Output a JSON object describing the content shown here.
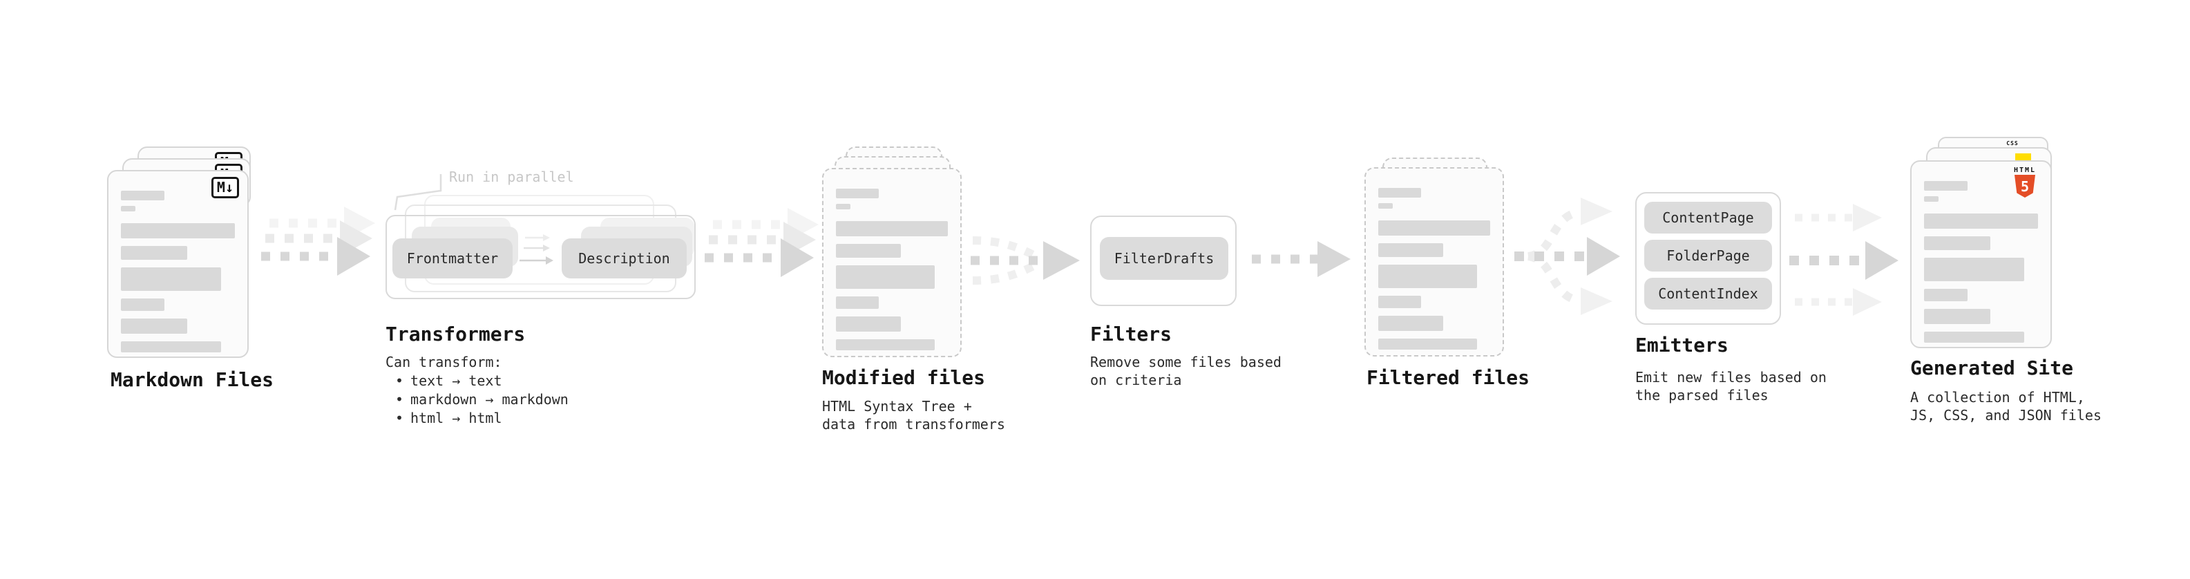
{
  "stages": {
    "markdown": {
      "label": "Markdown Files",
      "badge": "M↓"
    },
    "transformers": {
      "label": "Transformers",
      "annotation": "Run in parallel",
      "pills": [
        "Frontmatter",
        "Description"
      ],
      "sub_title": "Can transform:",
      "bullet_char": "•",
      "bullets": [
        "text → text",
        "markdown → markdown",
        "html → html"
      ]
    },
    "modified": {
      "label": "Modified files",
      "subtitle": "HTML Syntax Tree +\ndata from transformers"
    },
    "filters": {
      "label": "Filters",
      "pills": [
        "FilterDrafts"
      ],
      "subtitle": "Remove some files based\non criteria"
    },
    "filtered": {
      "label": "Filtered files"
    },
    "emitters": {
      "label": "Emitters",
      "pills": [
        "ContentPage",
        "FolderPage",
        "ContentIndex"
      ],
      "subtitle": "Emit new files based on\nthe parsed files"
    },
    "generated": {
      "label": "Generated Site",
      "subtitle": "A collection of HTML,\nJS, CSS, and JSON files",
      "html5_badge_word": "HTML",
      "html5_badge_number": "5",
      "css_badge_word": "CSS"
    }
  },
  "colors": {
    "html5": "#e44d26",
    "js": "#ffdd00",
    "css": "#2160e5",
    "card-border": "#d6d6d6",
    "bar": "#d9d9d9",
    "pill": "#dcdcdc",
    "arrow": "#d7d7d7",
    "arrow-faint": "#efefef",
    "text": "#1c1c1c",
    "annotation": "#c7c7c7"
  }
}
